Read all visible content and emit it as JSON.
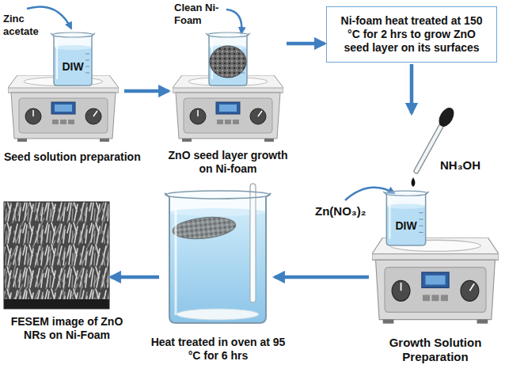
{
  "diagram": {
    "nodes": [
      {
        "text": [
          "DIW",
          "Seed solution preparation"
        ]
      },
      {
        "text": [
          "ZnO seed layer growth on Ni-foam"
        ]
      },
      {
        "text": [
          "Ni-foam heat treated at 150 °C for 2 hrs to grow ZnO seed layer on its surfaces"
        ]
      },
      {
        "text": [
          "DIW",
          "Growth Solution Preparation"
        ]
      },
      {
        "text": [
          "Heat treated in oven at 95 °C for 6 hrs"
        ]
      },
      {
        "text": [
          "FESEM image of ZnO NRs on Ni-Foam"
        ]
      }
    ],
    "edges": [
      {
        "from": 0,
        "to": 1,
        "arrow": "to"
      },
      {
        "from": 1,
        "to": 2,
        "arrow": "to"
      },
      {
        "from": 2,
        "to": 3,
        "arrow": "to"
      },
      {
        "from": 3,
        "to": 4,
        "arrow": "to"
      },
      {
        "from": 4,
        "to": 5,
        "arrow": "to"
      }
    ],
    "labels": [
      "Zinc acetate",
      "Clean Ni-Foam",
      "NH₃OH",
      "Zn(NO₃)₂"
    ]
  }
}
